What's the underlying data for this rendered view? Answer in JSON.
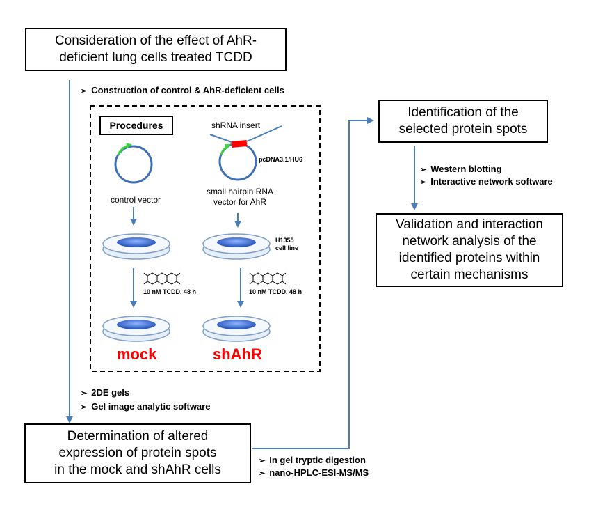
{
  "boxes": {
    "top": "Consideration of the effect of AhR-\ndeficient lung cells treated TCDD",
    "identification": "Identification of the\nselected protein spots",
    "validation": "Validation and interaction\nnetwork analysis of the\nidentified proteins within\ncertain mechanisms",
    "determination": "Determination of  altered\nexpression of protein spots\nin the mock and shAhR cells",
    "procedures": "Procedures"
  },
  "notes": {
    "construction": "Construction of control & AhR-deficient cells",
    "western": "Western blotting",
    "interactive": "Interactive network software",
    "gels": "2DE gels",
    "gel_software": "Gel image analytic  software",
    "in_gel": "In gel tryptic digestion",
    "nano": "nano-HPLC-ESI-MS/MS"
  },
  "procedure": {
    "shrna_insert": "shRNA insert",
    "pcdna": "pcDNA3.1/HU6",
    "control_vector": "control vector",
    "hairpin_vector": "small hairpin RNA\nvector for AhR",
    "cell_line": "H1355\ncell line",
    "tcdd_left": "10 nM TCDD, 48 h",
    "tcdd_right": "10 nM TCDD, 48 h",
    "mock": "mock",
    "shahr": "shAhR"
  },
  "colors": {
    "arrow": "#4a7ebb",
    "accent": "#ff0000",
    "dish": "#3a6fd8"
  }
}
